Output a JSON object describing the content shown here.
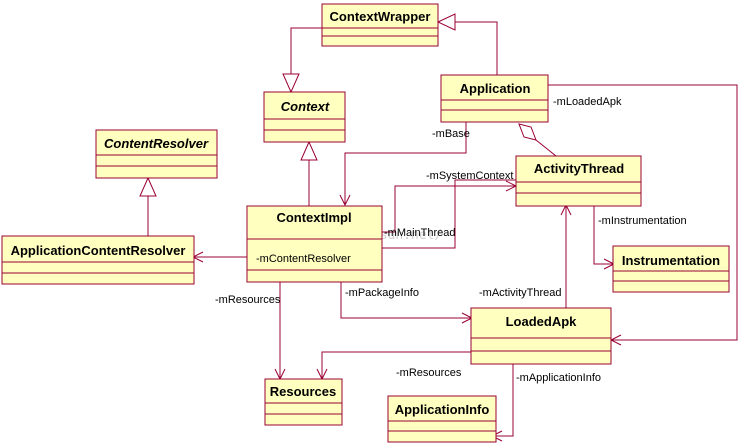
{
  "colors": {
    "class_fill": "#ffffc0",
    "class_border": "#990033",
    "edge": "#990033",
    "text": "#000000",
    "background": "#ffffff"
  },
  "watermark": "http://blog.csdn.net/",
  "classes": {
    "context_wrapper": {
      "name": "ContextWrapper",
      "abstract": false
    },
    "application": {
      "name": "Application",
      "abstract": false
    },
    "context": {
      "name": "Context",
      "abstract": true
    },
    "content_resolver": {
      "name": "ContentResolver",
      "abstract": true
    },
    "activity_thread": {
      "name": "ActivityThread",
      "abstract": false
    },
    "context_impl": {
      "name": "ContextImpl",
      "abstract": false,
      "attributes": [
        "-mContentResolver"
      ]
    },
    "application_content_resolver": {
      "name": "ApplicationContentResolver",
      "abstract": false
    },
    "instrumentation": {
      "name": "Instrumentation",
      "abstract": false
    },
    "loaded_apk": {
      "name": "LoadedApk",
      "abstract": false
    },
    "resources": {
      "name": "Resources",
      "abstract": false
    },
    "application_info": {
      "name": "ApplicationInfo",
      "abstract": false
    }
  },
  "relations": {
    "application_extends_context_wrapper": {
      "kind": "generalization"
    },
    "context_wrapper_extends_context": {
      "kind": "generalization"
    },
    "context_impl_extends_context": {
      "kind": "generalization"
    },
    "app_content_resolver_extends_content_resolver": {
      "kind": "generalization"
    },
    "activity_thread_aggregates_application": {
      "kind": "aggregation"
    },
    "application_m_base": {
      "kind": "association",
      "label": "-mBase"
    },
    "application_m_loaded_apk": {
      "kind": "association",
      "label": "-mLoadedApk"
    },
    "activity_thread_m_system_context": {
      "kind": "association",
      "label": "-mSystemContext"
    },
    "context_impl_m_main_thread": {
      "kind": "association",
      "label": "-mMainThread"
    },
    "activity_thread_m_instrumentation": {
      "kind": "association",
      "label": "-mInstrumentation"
    },
    "context_impl_m_resources": {
      "kind": "association",
      "label": "-mResources"
    },
    "context_impl_m_package_info": {
      "kind": "association",
      "label": "-mPackageInfo"
    },
    "loaded_apk_m_activity_thread": {
      "kind": "association",
      "label": "-mActivityThread"
    },
    "loaded_apk_m_resources": {
      "kind": "association",
      "label": "-mResources"
    },
    "loaded_apk_m_application_info": {
      "kind": "association",
      "label": "-mApplicationInfo"
    },
    "context_impl_content_resolver": {
      "kind": "association"
    }
  }
}
